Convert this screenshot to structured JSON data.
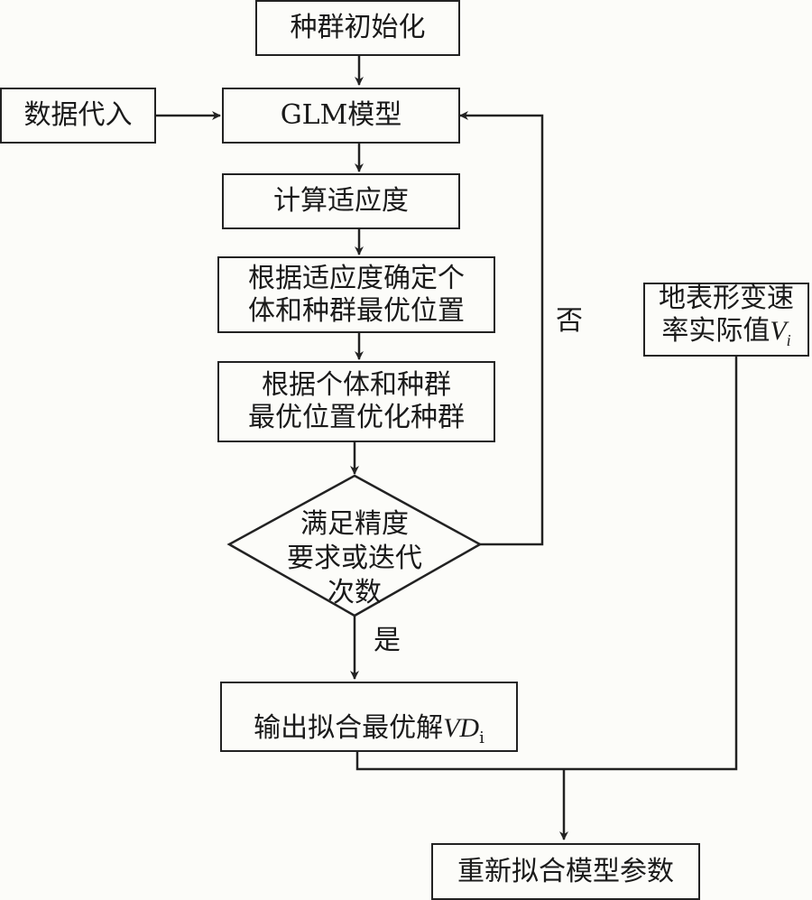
{
  "nodes": {
    "init": "种群初始化",
    "data_input": "数据代入",
    "glm": "GLM模型",
    "fitness": "计算适应度",
    "best_pos": "根据适应度确定个\n体和种群最优位置",
    "optimize": "根据个体和种群\n最优位置优化种群",
    "decision": "满足精度\n要求或迭代\n次数",
    "output_prefix": "输出拟合最优解",
    "output_var": "VD",
    "output_sub": "i",
    "actual_prefix_line1": "地表形变速",
    "actual_prefix_line2": "率实际值",
    "actual_var": "V",
    "actual_sub": "i",
    "refit": "重新拟合模型参数"
  },
  "edge_labels": {
    "no": "否",
    "yes": "是"
  }
}
